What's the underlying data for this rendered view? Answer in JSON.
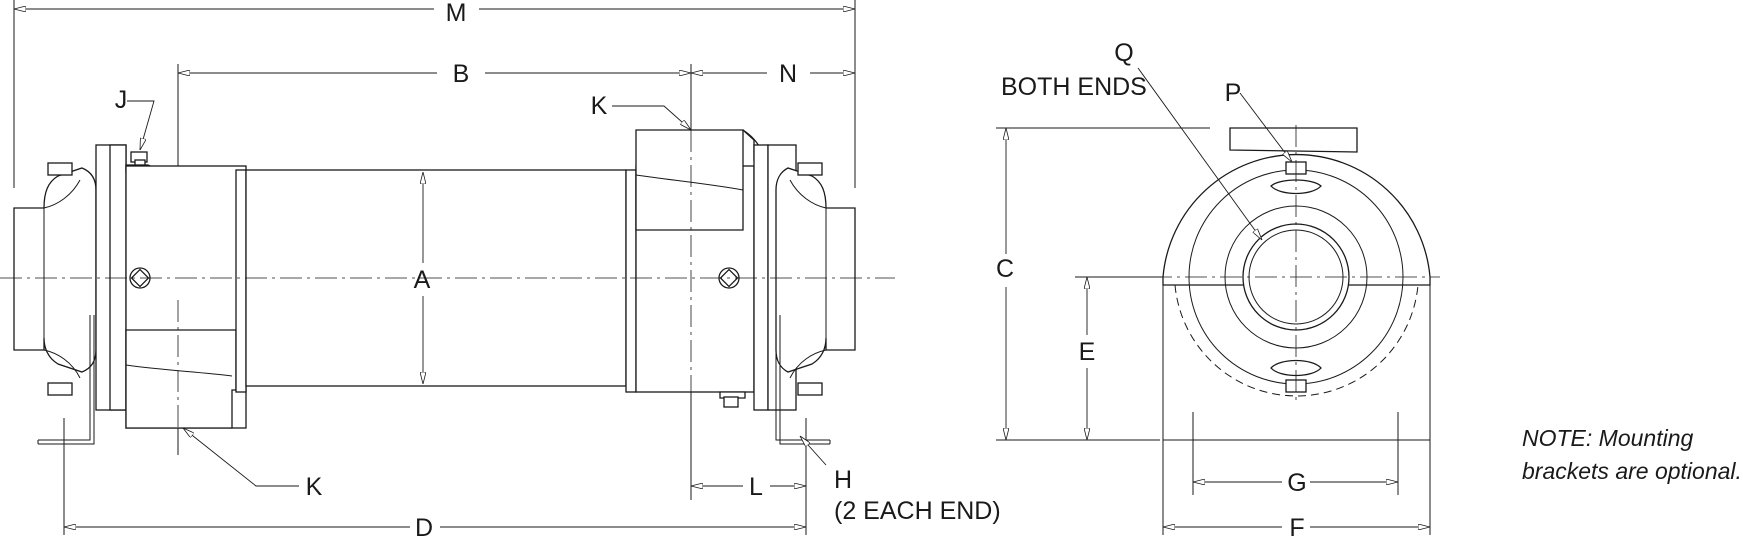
{
  "labels": {
    "M": "M",
    "B": "B",
    "N": "N",
    "J": "J",
    "K_top": "K",
    "K_bottom": "K",
    "A": "A",
    "D": "D",
    "L": "L",
    "H": "H",
    "H_note": "(2 EACH END)",
    "Q": "Q",
    "Q_note": "BOTH ENDS",
    "P": "P",
    "C": "C",
    "E": "E",
    "G": "G",
    "F": "F"
  },
  "note": {
    "line1": "NOTE: Mounting",
    "line2": "brackets are optional."
  }
}
